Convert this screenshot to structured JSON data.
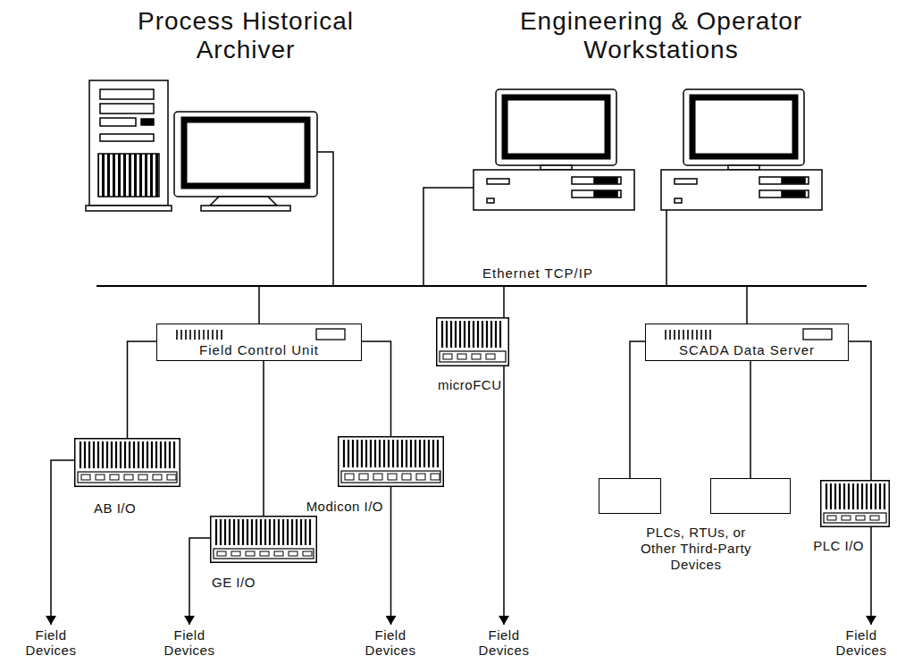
{
  "diagram": {
    "nodes": [
      {
        "text": [
          "Process Historical Archiver"
        ]
      },
      {
        "text": [
          "Engineering & Operator Workstations"
        ]
      },
      {
        "text": [
          "Ethernet TCP/IP"
        ]
      },
      {
        "text": [
          "Field Control Unit"
        ]
      },
      {
        "text": [
          "microFCU"
        ]
      },
      {
        "text": [
          "SCADA Data Server"
        ]
      },
      {
        "text": [
          "AB I/O"
        ]
      },
      {
        "text": [
          "GE I/O"
        ]
      },
      {
        "text": [
          "Modicon I/O"
        ]
      },
      {
        "text": [
          "PLCs, RTUs, or Other Third-Party Devices"
        ]
      },
      {
        "text": [
          "PLC I/O"
        ]
      },
      {
        "text": [
          "Field Devices"
        ]
      },
      {
        "text": [
          "Field Devices"
        ]
      },
      {
        "text": [
          "Field Devices"
        ]
      },
      {
        "text": [
          "Field Devices"
        ]
      },
      {
        "text": [
          "Field Devices"
        ]
      }
    ],
    "edges": [
      {
        "from": 0,
        "to": 2,
        "arrow": "none"
      },
      {
        "from": 1,
        "to": 2,
        "arrow": "none"
      },
      {
        "from": 1,
        "to": 2,
        "arrow": "none"
      },
      {
        "from": 2,
        "to": 3,
        "arrow": "none"
      },
      {
        "from": 2,
        "to": 4,
        "arrow": "none"
      },
      {
        "from": 2,
        "to": 5,
        "arrow": "none"
      },
      {
        "from": 3,
        "to": 6,
        "arrow": "none"
      },
      {
        "from": 3,
        "to": 7,
        "arrow": "none"
      },
      {
        "from": 3,
        "to": 8,
        "arrow": "none"
      },
      {
        "from": 5,
        "to": 9,
        "arrow": "none"
      },
      {
        "from": 5,
        "to": 9,
        "arrow": "none"
      },
      {
        "from": 5,
        "to": 10,
        "arrow": "none"
      },
      {
        "from": 6,
        "to": 11,
        "arrow": "to"
      },
      {
        "from": 7,
        "to": 12,
        "arrow": "to"
      },
      {
        "from": 8,
        "to": 13,
        "arrow": "to"
      },
      {
        "from": 4,
        "to": 14,
        "arrow": "to"
      },
      {
        "from": 10,
        "to": 15,
        "arrow": "to"
      }
    ]
  }
}
